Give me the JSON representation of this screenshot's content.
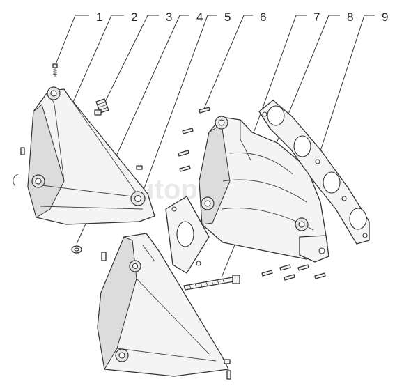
{
  "callouts": [
    {
      "id": 1,
      "label": "1"
    },
    {
      "id": 2,
      "label": "2"
    },
    {
      "id": 3,
      "label": "3"
    },
    {
      "id": 4,
      "label": "4"
    },
    {
      "id": 5,
      "label": "5"
    },
    {
      "id": 6,
      "label": "6"
    },
    {
      "id": 7,
      "label": "7"
    },
    {
      "id": 8,
      "label": "8"
    },
    {
      "id": 9,
      "label": "9"
    }
  ],
  "watermark": {
    "text": "autopiter.ru"
  },
  "colors": {
    "line": "#333333",
    "background": "#ffffff",
    "watermark": "#d8d8d8"
  }
}
